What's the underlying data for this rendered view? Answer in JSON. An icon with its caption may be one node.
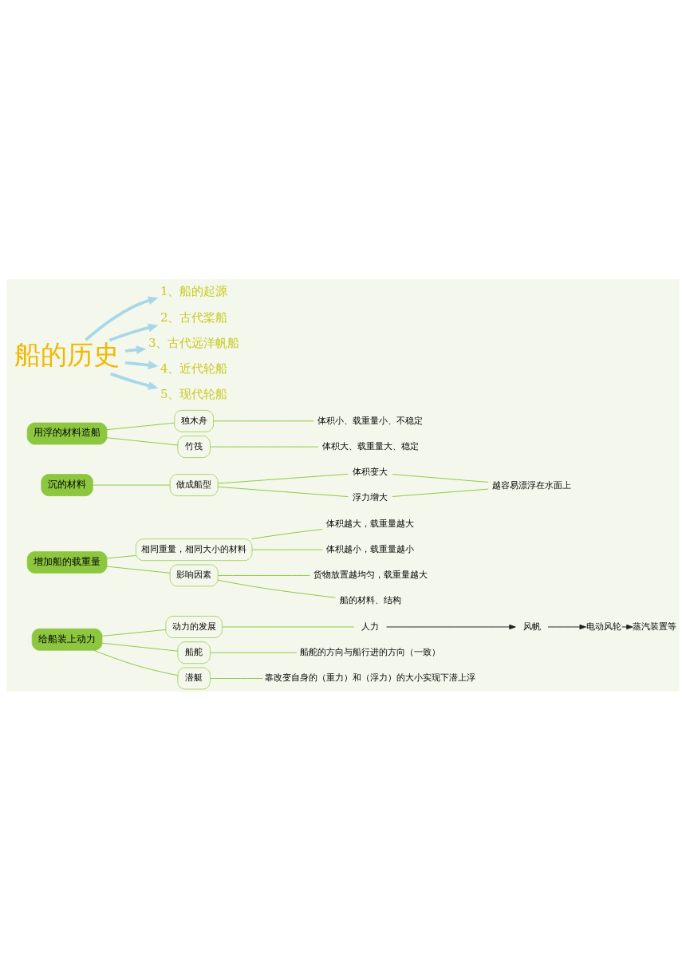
{
  "diagram": {
    "nodes": [
      {
        "text": [
          "船的历史"
        ]
      },
      {
        "text": [
          "1、船的起源"
        ]
      },
      {
        "text": [
          "2、古代桨船"
        ]
      },
      {
        "text": [
          "3、古代远洋帆船"
        ]
      },
      {
        "text": [
          "4、近代轮船"
        ]
      },
      {
        "text": [
          "5、现代轮船"
        ]
      },
      {
        "text": [
          "用浮的材料造船"
        ]
      },
      {
        "text": [
          "独木舟"
        ]
      },
      {
        "text": [
          "体积小、载重量小、不稳定"
        ]
      },
      {
        "text": [
          "竹筏"
        ]
      },
      {
        "text": [
          "体积大、载重量大、稳定"
        ]
      },
      {
        "text": [
          "沉的材料"
        ]
      },
      {
        "text": [
          "做成船型"
        ]
      },
      {
        "text": [
          "体积变大"
        ]
      },
      {
        "text": [
          "浮力增大"
        ]
      },
      {
        "text": [
          "越容易漂浮在水面上"
        ]
      },
      {
        "text": [
          "增加船的载重量"
        ]
      },
      {
        "text": [
          "相同重量，相同大小的材料"
        ]
      },
      {
        "text": [
          "体积越大，载重量越大"
        ]
      },
      {
        "text": [
          "体积越小，载重量越小"
        ]
      },
      {
        "text": [
          "影响因素"
        ]
      },
      {
        "text": [
          "货物放置越均匀，载重量越大"
        ]
      },
      {
        "text": [
          "船的材料、结构"
        ]
      },
      {
        "text": [
          "给船装上动力"
        ]
      },
      {
        "text": [
          "动力的发展"
        ]
      },
      {
        "text": [
          "人力"
        ]
      },
      {
        "text": [
          "风帆"
        ]
      },
      {
        "text": [
          "电动风轮"
        ]
      },
      {
        "text": [
          "蒸汽装置等"
        ]
      },
      {
        "text": [
          "船舵"
        ]
      },
      {
        "text": [
          "船舵的方向与船行进的方向（一致）"
        ]
      },
      {
        "text": [
          "潜艇"
        ]
      },
      {
        "text": [
          "靠改变自身的（重力）和（浮力）的大小实现下潜上浮"
        ]
      }
    ],
    "edges": [
      {
        "from": 0,
        "to": 1,
        "arrow": "to",
        "style": "thick",
        "color": "#a8d8e8"
      },
      {
        "from": 0,
        "to": 2,
        "arrow": "to",
        "style": "thick",
        "color": "#a8d8e8"
      },
      {
        "from": 0,
        "to": 3,
        "arrow": "to",
        "style": "thick",
        "color": "#a8d8e8"
      },
      {
        "from": 0,
        "to": 4,
        "arrow": "to",
        "style": "thick",
        "color": "#a8d8e8"
      },
      {
        "from": 0,
        "to": 5,
        "arrow": "to",
        "style": "thick",
        "color": "#a8d8e8"
      },
      {
        "from": 6,
        "to": 7,
        "arrow": "none"
      },
      {
        "from": 7,
        "to": 8,
        "arrow": "none"
      },
      {
        "from": 6,
        "to": 9,
        "arrow": "none"
      },
      {
        "from": 9,
        "to": 10,
        "arrow": "none"
      },
      {
        "from": 11,
        "to": 12,
        "arrow": "none"
      },
      {
        "from": 12,
        "to": 13,
        "arrow": "none"
      },
      {
        "from": 12,
        "to": 14,
        "arrow": "none"
      },
      {
        "from": 13,
        "to": 15,
        "arrow": "none"
      },
      {
        "from": 14,
        "to": 15,
        "arrow": "none"
      },
      {
        "from": 16,
        "to": 17,
        "arrow": "none"
      },
      {
        "from": 17,
        "to": 18,
        "arrow": "none"
      },
      {
        "from": 17,
        "to": 19,
        "arrow": "none"
      },
      {
        "from": 16,
        "to": 20,
        "arrow": "none"
      },
      {
        "from": 20,
        "to": 21,
        "arrow": "none"
      },
      {
        "from": 20,
        "to": 22,
        "arrow": "none"
      },
      {
        "from": 23,
        "to": 24,
        "arrow": "none"
      },
      {
        "from": 24,
        "to": 25,
        "arrow": "none"
      },
      {
        "from": 25,
        "to": 26,
        "arrow": "to",
        "color": "#222222"
      },
      {
        "from": 26,
        "to": 27,
        "arrow": "to",
        "color": "#222222"
      },
      {
        "from": 27,
        "to": 28,
        "arrow": "to",
        "color": "#222222"
      },
      {
        "from": 23,
        "to": 29,
        "arrow": "none"
      },
      {
        "from": 29,
        "to": 30,
        "arrow": "none"
      },
      {
        "from": 23,
        "to": 31,
        "arrow": "none"
      },
      {
        "from": 31,
        "to": 32,
        "arrow": "none"
      }
    ]
  }
}
